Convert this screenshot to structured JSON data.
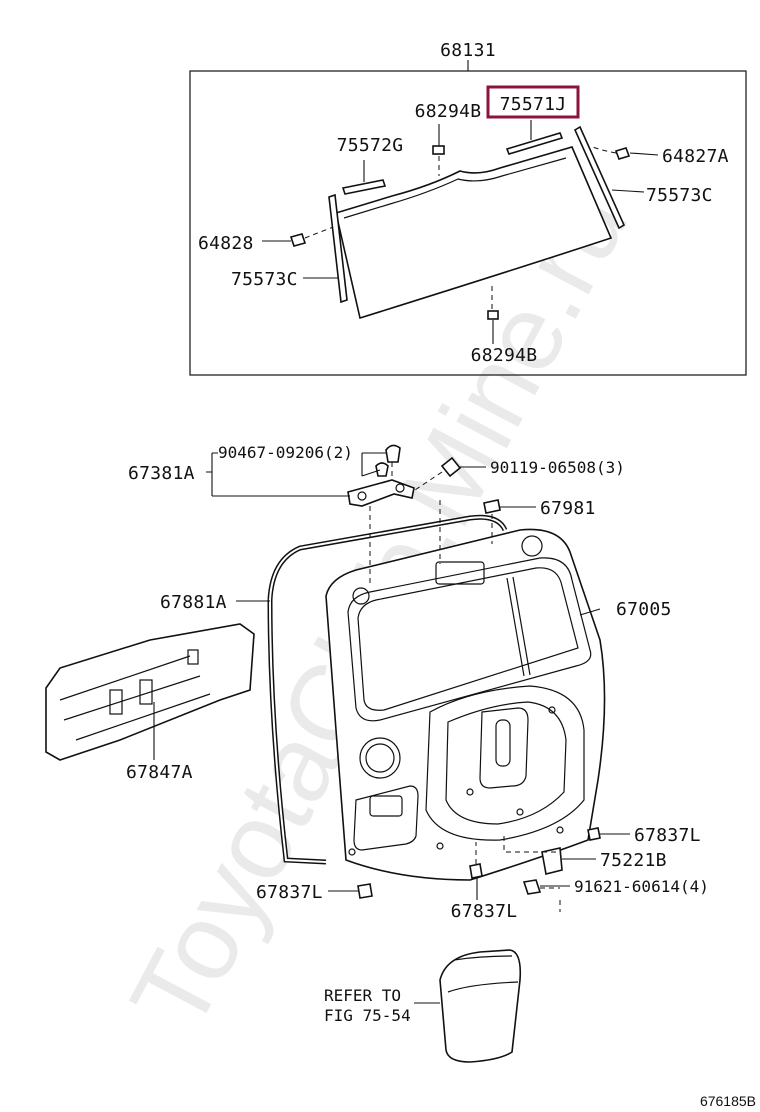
{
  "diagram": {
    "watermark": "ToyotaClub.Mine.ru",
    "figure_code": "676185B",
    "highlighted_part": "75571J",
    "labels": {
      "p68131": "68131",
      "p75571j": "75571J",
      "p68294b_top": "68294B",
      "p75572g": "75572G",
      "p64827a": "64827A",
      "p75573c_right": "75573C",
      "p64828": "64828",
      "p75573c_left": "75573C",
      "p68294b_bottom": "68294B",
      "p90467": "90467-09206(2)",
      "p67381a": "67381A",
      "p90119": "90119-06508(3)",
      "p67981": "67981",
      "p67881a": "67881A",
      "p67005": "67005",
      "p67847a": "67847A",
      "p67837l_right": "67837L",
      "p75221b": "75221B",
      "p91621": "91621-60614(4)",
      "p67837l_left": "67837L",
      "p67837l_bottom": "67837L",
      "refer_line1": "REFER TO",
      "refer_line2": "FIG 75-54"
    }
  }
}
